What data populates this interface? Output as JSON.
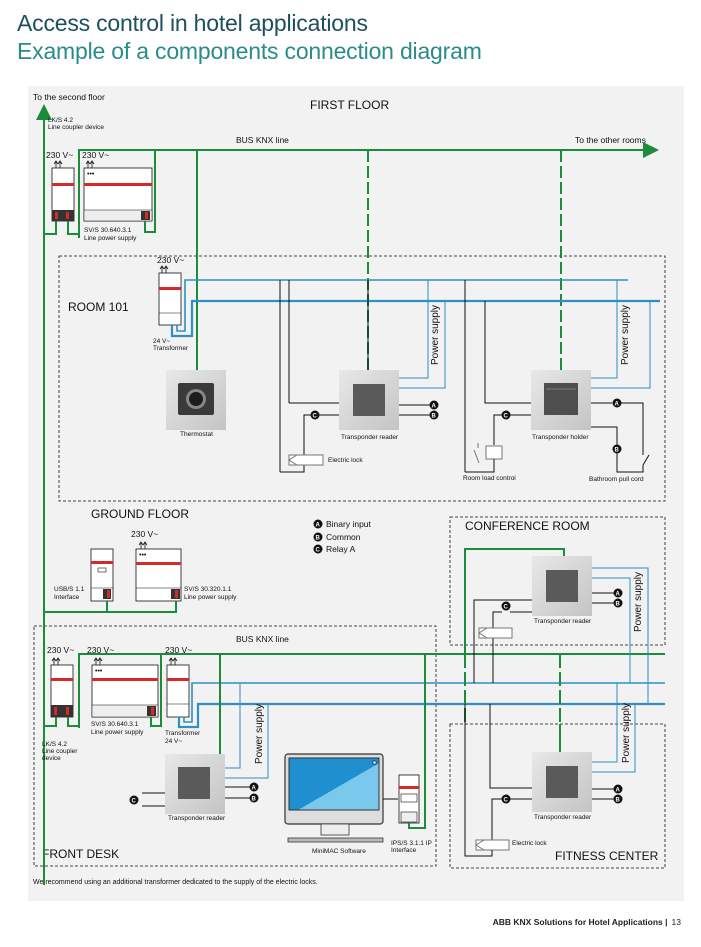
{
  "header": {
    "title": "Access control in hotel applications",
    "subtitle": "Example of a components connection diagram"
  },
  "colors": {
    "title": "#1d4f5e",
    "subtitle": "#2a8c8a",
    "bus_knx": "#1b8c3a",
    "power_supply": "#2f8fc0",
    "device_red": "#d42a2a",
    "panel_bg": "#f2f2f2"
  },
  "first_floor": {
    "label": "FIRST FLOOR",
    "to_second_floor": "To the second floor",
    "line_coupler": {
      "model": "LK/S 4.2",
      "desc": "Line coupler device",
      "voltage": "230 V~"
    },
    "line_power_supply": {
      "model": "SV/S 30.640.3.1",
      "desc": "Line power supply",
      "voltage": "230 V~"
    },
    "bus_label": "BUS KNX line",
    "to_other_rooms": "To the other rooms"
  },
  "room_101": {
    "label": "ROOM 101",
    "transformer": {
      "voltage_in": "230 V~",
      "voltage_out": "24 V~",
      "desc": "Transformer"
    },
    "thermostat": "Thermostat",
    "transponder_reader": "Transponder reader",
    "transponder_holder": "Transponder holder",
    "electric_lock": "Electric lock",
    "room_load_control": "Room load control",
    "bathroom_pull_cord": "Bathroom pull cord",
    "power_supply": "Power supply"
  },
  "legend": {
    "items": [
      {
        "key": "A",
        "label": "Binary input"
      },
      {
        "key": "B",
        "label": "Common"
      },
      {
        "key": "C",
        "label": "Relay A"
      }
    ]
  },
  "ground_floor": {
    "label": "GROUND FLOOR",
    "usb_interface": {
      "model": "USB/S 1.1",
      "desc": "Interface"
    },
    "line_power_supply": {
      "model": "SV/S 30.320.1.1",
      "desc": "Line power supply",
      "voltage": "230 V~"
    }
  },
  "front_desk": {
    "label": "FRONT DESK",
    "bus_label": "BUS KNX line",
    "line_coupler": {
      "model": "LK/S 4.2",
      "desc1": "Line coupler",
      "desc2": "device",
      "voltage": "230 V~"
    },
    "line_power_supply": {
      "model": "SV/S 30.640.3.1",
      "desc": "Line power supply",
      "voltage": "230 V~"
    },
    "transformer": {
      "desc": "Transformer",
      "voltage_out": "24 V~",
      "voltage_in": "230 V~"
    },
    "transponder_reader": "Transponder reader",
    "software": "MiniMAC Software",
    "ip_interface": {
      "model": "IPS/S 3.1.1 IP",
      "desc": "Interface"
    },
    "power_supply": "Power supply"
  },
  "conference_room": {
    "label": "CONFERENCE ROOM",
    "transponder_reader": "Transponder reader",
    "power_supply": "Power supply"
  },
  "fitness_center": {
    "label": "FITNESS CENTER",
    "transponder_reader": "Transponder reader",
    "electric_lock": "Electric lock",
    "power_supply": "Power supply"
  },
  "note": "We recommend using an additional transformer dedicated to the supply of the electric locks.",
  "footer": {
    "text": "ABB KNX Solutions for Hotel Applications |",
    "page": "13"
  },
  "terminals": {
    "a": "A",
    "b": "B",
    "c": "C"
  }
}
